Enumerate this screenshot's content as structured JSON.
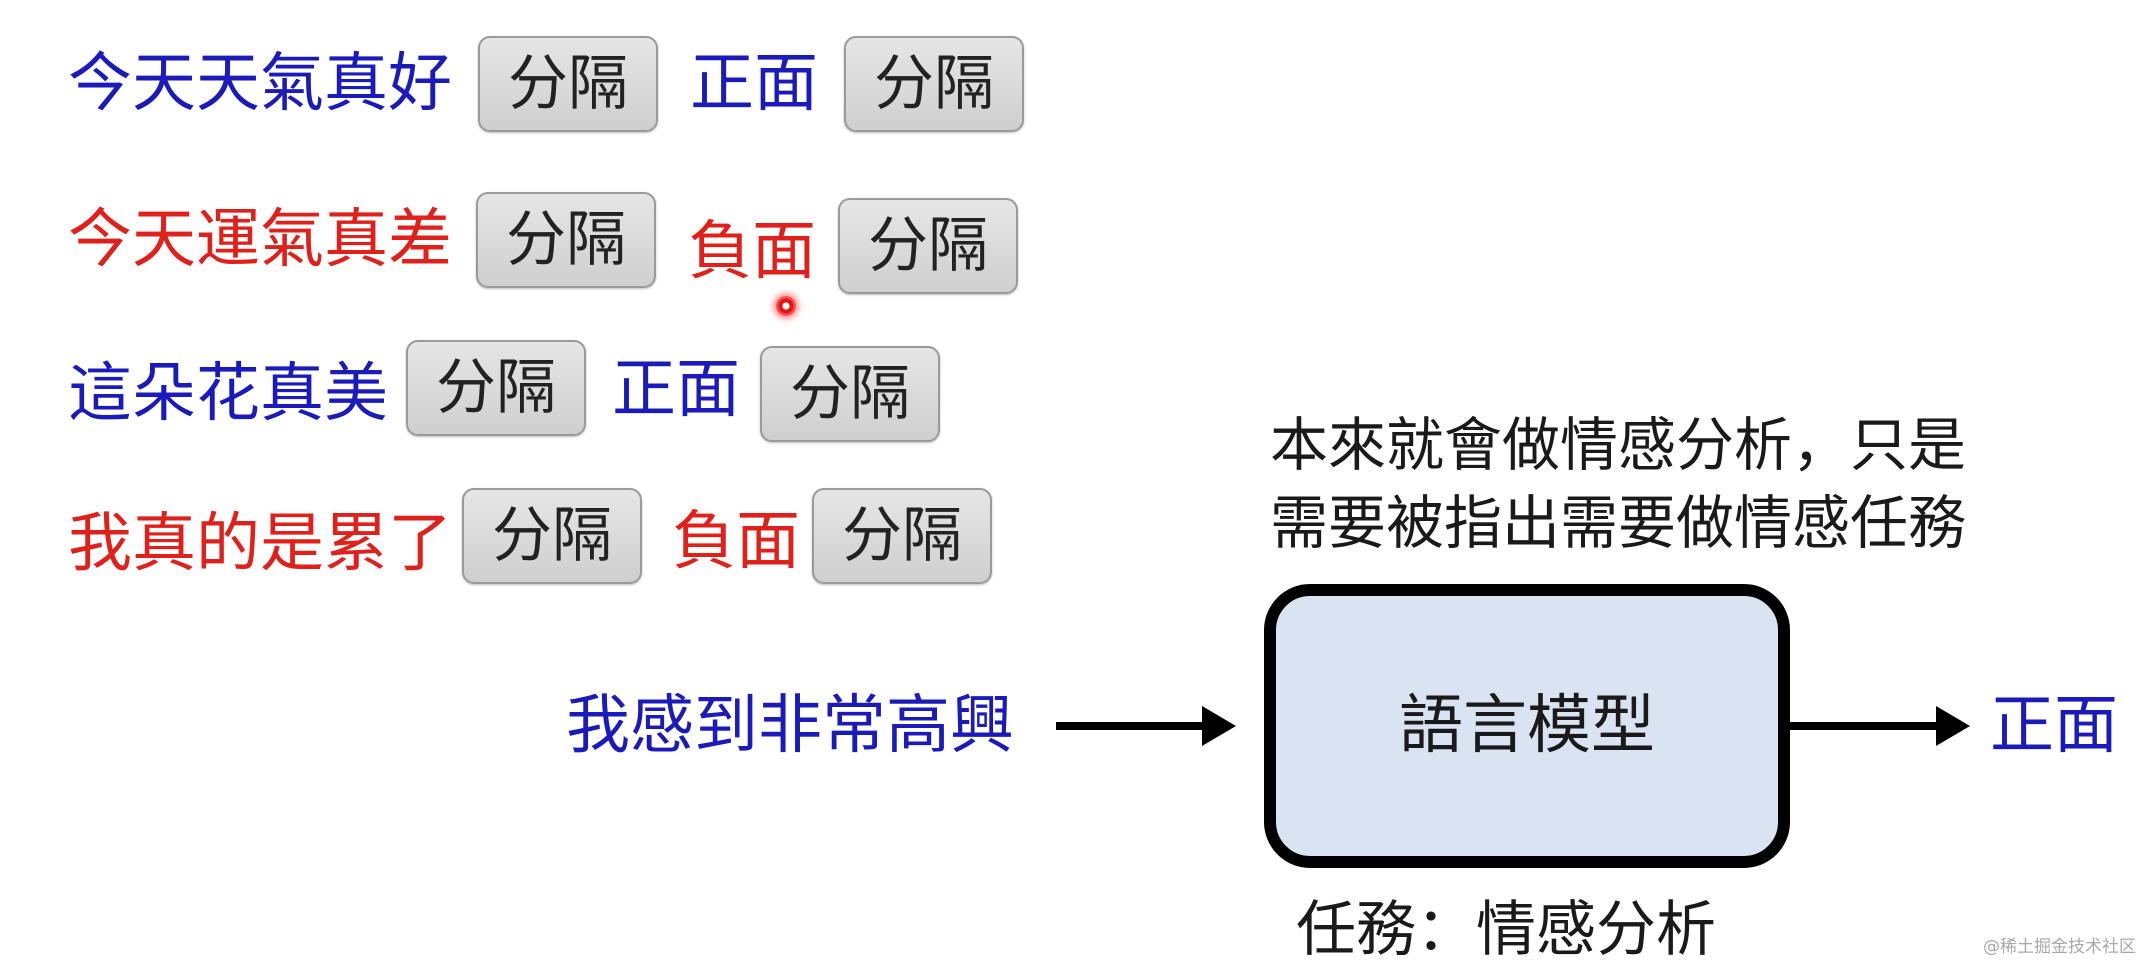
{
  "separator_label": "分隔",
  "examples": [
    {
      "sentence": "今天天氣真好",
      "sentiment": "正面",
      "color": "#1b1bbb"
    },
    {
      "sentence": "今天運氣真差",
      "sentiment": "負面",
      "color": "#e0201a"
    },
    {
      "sentence": "這朵花真美",
      "sentiment": "正面",
      "color": "#1b1bbb"
    },
    {
      "sentence": "我真的是累了",
      "sentiment": "負面",
      "color": "#e0201a"
    }
  ],
  "input_sentence": "我感到非常高興",
  "note": {
    "line1": "本來就會做情感分析，只是",
    "line2": "需要被指出需要做情感任務"
  },
  "model_label": "語言模型",
  "output": "正面",
  "task_caption": "任務：情感分析",
  "watermark": "@稀土掘金技术社区"
}
